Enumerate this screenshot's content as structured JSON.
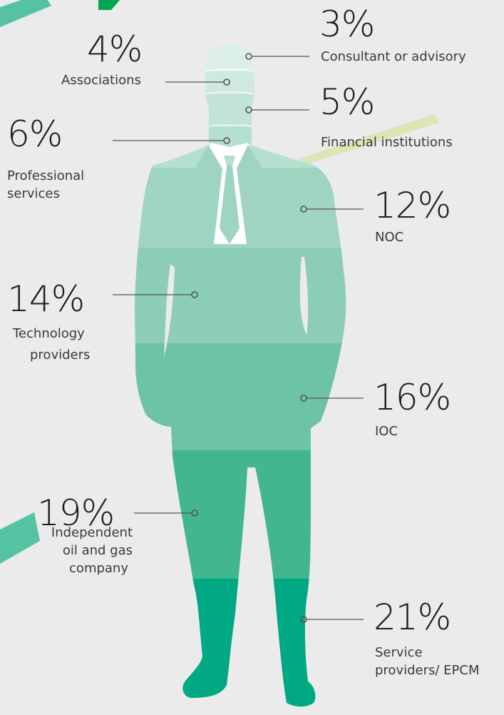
{
  "colors": {
    "background": "#ebebeb",
    "bands": [
      "#dcefe7",
      "#cfe9df",
      "#c1e4d6",
      "#b5dfcf",
      "#9fd5c0",
      "#8ccdb5",
      "#7dc8ab",
      "#5fbc99",
      "#3fb38e",
      "#00a884"
    ],
    "connector": "#555555",
    "accent_teal": "#55c2a4",
    "accent_green": "#00a651",
    "accent_lime": "#d8e4a6"
  },
  "chart_data": {
    "type": "pictograph",
    "categories": [
      "Consultant or advisory",
      "Associations",
      "Financial institutions",
      "Professional services",
      "NOC",
      "Technology providers",
      "IOC",
      "Independent oil and gas company",
      "Service providers/ EPCM"
    ],
    "values": [
      3,
      4,
      5,
      6,
      12,
      14,
      16,
      19,
      21
    ],
    "unit": "%",
    "items": [
      {
        "value": "3%",
        "label": "Consultant or advisory"
      },
      {
        "value": "4%",
        "label": "Associations"
      },
      {
        "value": "5%",
        "label": "Financial institutions"
      },
      {
        "value": "6%",
        "label": "Professional services"
      },
      {
        "value": "12%",
        "label": "NOC"
      },
      {
        "value": "14%",
        "label": "Technology providers"
      },
      {
        "value": "16%",
        "label": "IOC"
      },
      {
        "value": "19%",
        "label": "Independent oil and gas company"
      },
      {
        "value": "21%",
        "label": "Service providers/ EPCM"
      }
    ],
    "label_lines": {
      "professional": [
        "Professional",
        "services"
      ],
      "technology": [
        "Technology",
        "providers"
      ],
      "independent": [
        "Independent",
        "oil and gas",
        "company"
      ],
      "service": [
        "Service",
        "providers/ EPCM"
      ]
    }
  }
}
